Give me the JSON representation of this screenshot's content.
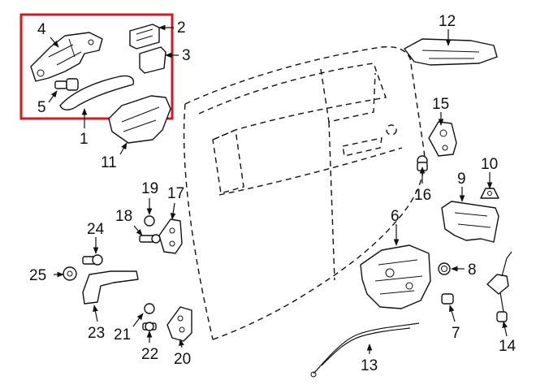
{
  "highlight_color": "#e0161e",
  "callouts": {
    "p1": "1",
    "p2": "2",
    "p3": "3",
    "p4": "4",
    "p5": "5",
    "p6": "6",
    "p7": "7",
    "p8": "8",
    "p9": "9",
    "p10": "10",
    "p11": "11",
    "p12": "12",
    "p13": "13",
    "p14": "14",
    "p15": "15",
    "p16": "16",
    "p17": "17",
    "p18": "18",
    "p19": "19",
    "p20": "20",
    "p21": "21",
    "p22": "22",
    "p23": "23",
    "p24": "24",
    "p25": "25"
  }
}
